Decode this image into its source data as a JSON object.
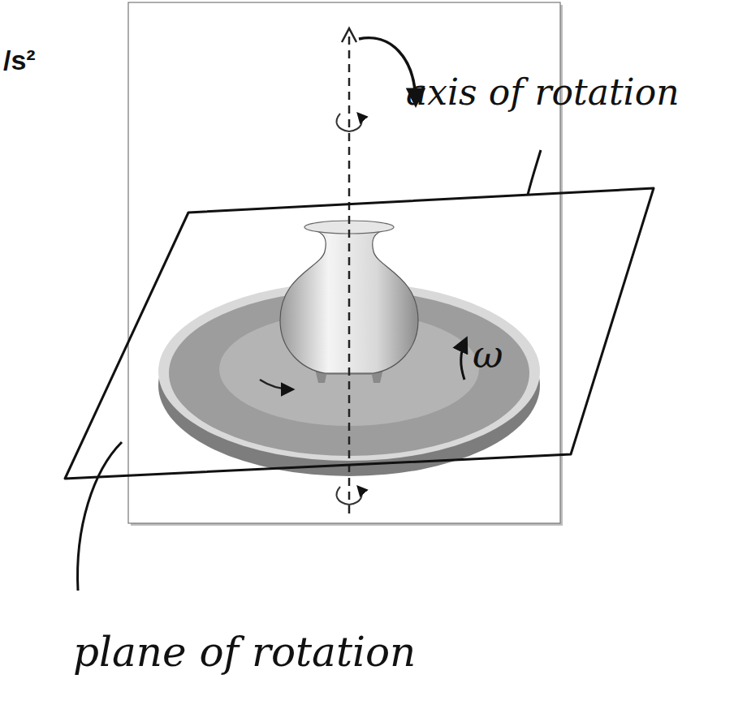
{
  "diagram": {
    "labels": [
      "/s²",
      "axis of rotation",
      "ω",
      "plane of rotation"
    ]
  }
}
